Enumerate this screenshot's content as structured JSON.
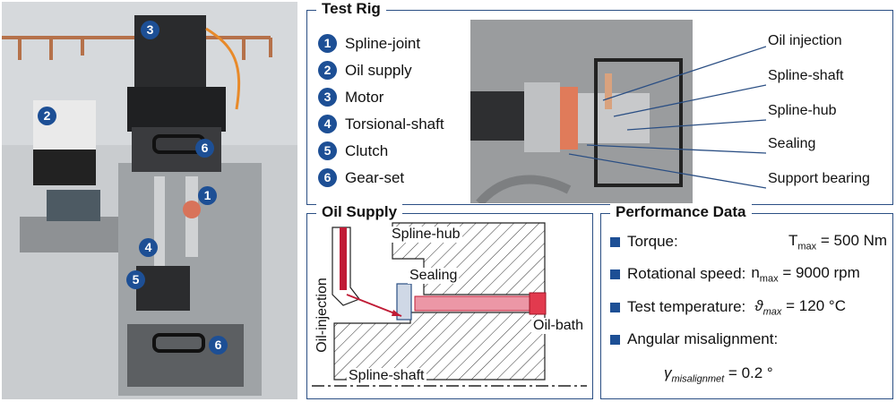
{
  "test_rig": {
    "title": "Test Rig",
    "legend": [
      {
        "num": "1",
        "label": "Spline-joint"
      },
      {
        "num": "2",
        "label": "Oil supply"
      },
      {
        "num": "3",
        "label": "Motor"
      },
      {
        "num": "4",
        "label": "Torsional-shaft"
      },
      {
        "num": "5",
        "label": "Clutch"
      },
      {
        "num": "6",
        "label": "Gear-set"
      }
    ],
    "callouts": [
      "Oil injection",
      "Spline-shaft",
      "Spline-hub",
      "Sealing",
      "Support bearing"
    ]
  },
  "photo_badges": [
    "3",
    "2",
    "6",
    "1",
    "4",
    "5",
    "6"
  ],
  "oil_supply": {
    "title": "Oil Supply",
    "labels": {
      "oil_injection": "Oil-injection",
      "spline_hub": "Spline-hub",
      "sealing": "Sealing",
      "oil_bath": "Oil-bath",
      "spline_shaft": "Spline-shaft"
    }
  },
  "performance": {
    "title": "Performance Data",
    "rows": [
      {
        "label": "Torque:",
        "sym": "T",
        "sub": "max",
        "value": "= 500 Nm"
      },
      {
        "label": "Rotational speed:",
        "sym": "n",
        "sub": "max",
        "value": "= 9000 rpm"
      },
      {
        "label": "Test temperature:",
        "sym": "ϑ",
        "sub": "max",
        "value": "= 120 °C"
      },
      {
        "label": "Angular misalignment:",
        "sym": "",
        "sub": "",
        "value": ""
      }
    ],
    "misalignment": {
      "sym": "γ",
      "sub": "misalignmet",
      "value": "= 0.2 °"
    }
  },
  "colors": {
    "accent": "#1d4f95",
    "oil_red": "#e23a4e",
    "oil_fill": "#ec97a6"
  }
}
